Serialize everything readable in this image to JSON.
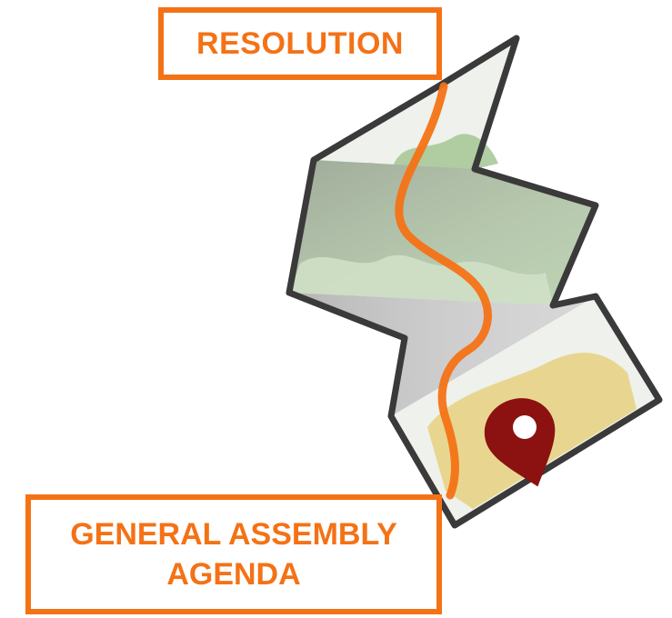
{
  "labels": {
    "top": "RESOLUTION",
    "bottom_line1": "GENERAL ASSEMBLY",
    "bottom_line2": "AGENDA"
  },
  "colors": {
    "accent": "#f47216",
    "map_outline": "#3a3a3a",
    "land_green": "#a9c99a",
    "land_yellow": "#e8d690",
    "panel_light": "#eef1ec",
    "pin": "#8b1210"
  },
  "icons": {
    "map": "folded-map-icon",
    "pin": "location-pin-icon"
  }
}
